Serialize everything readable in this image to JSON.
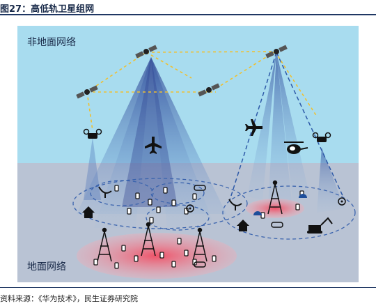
{
  "figure": {
    "title": "图27：高低轨卫星组网",
    "label_non_terrestrial": "非地面网络",
    "label_terrestrial": "地面网络"
  },
  "source": "资料来源：《华为技术》，民生证券研究院",
  "colors": {
    "sky": "#a8dcef",
    "ground": "#b9c3d4",
    "beam": "#3355a0",
    "link": "#f0c030",
    "ground_zone": "#f06a78"
  }
}
